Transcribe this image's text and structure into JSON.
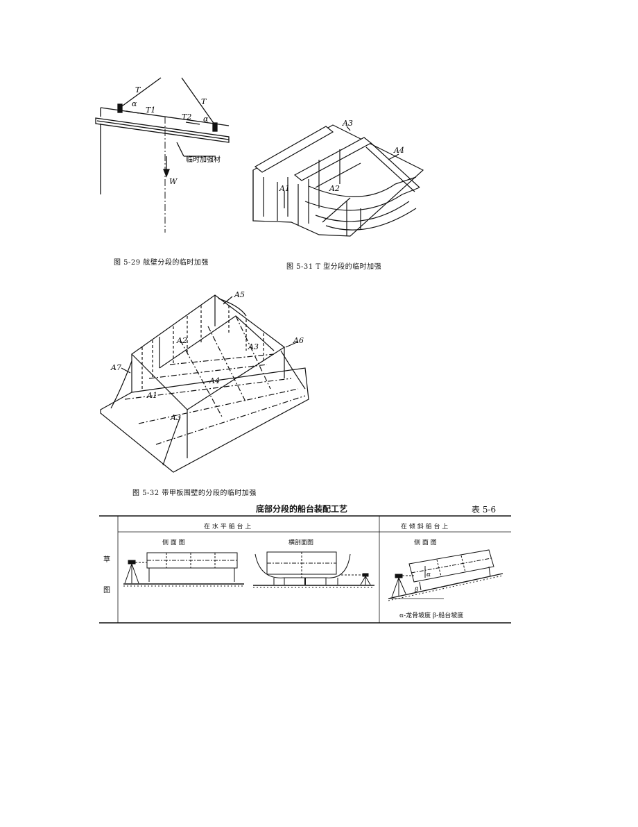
{
  "fig529": {
    "caption": "图 5-29  舷壁分段的临时加强",
    "labels": {
      "T_left": "T",
      "T_right": "T",
      "T1": "T1",
      "T2": "T2",
      "alpha_left": "α",
      "alpha_right": "α",
      "W": "W",
      "stiffener": "临时加强材"
    }
  },
  "fig531": {
    "caption": "图 5-31  T 型分段的临时加强",
    "labels": {
      "A3": "A3",
      "A4": "A4",
      "A1": "A1",
      "A2": "A2"
    }
  },
  "fig532": {
    "caption": "图 5-32  带甲板围壁的分段的临时加强",
    "labels": {
      "A5": "A5",
      "A2": "A2",
      "A3": "A3",
      "A6": "A6",
      "A7": "A7",
      "A4": "A4",
      "A1": "A1",
      "A3b": "A3"
    }
  },
  "table": {
    "title": "底部分段的船台装配工艺",
    "number": "表 5-6",
    "row_header": [
      "草",
      "图"
    ],
    "col_horizontal": "在 水 平 船 台 上",
    "col_inclined": "在 倾 斜 船 台 上",
    "side_view": "侧 面 图",
    "cross_section": "横剖面图",
    "side_view_inclined": "侧 面 图",
    "inclined_note": "α-龙骨坡度  β-船台坡度",
    "alpha": "α",
    "beta": "β"
  }
}
